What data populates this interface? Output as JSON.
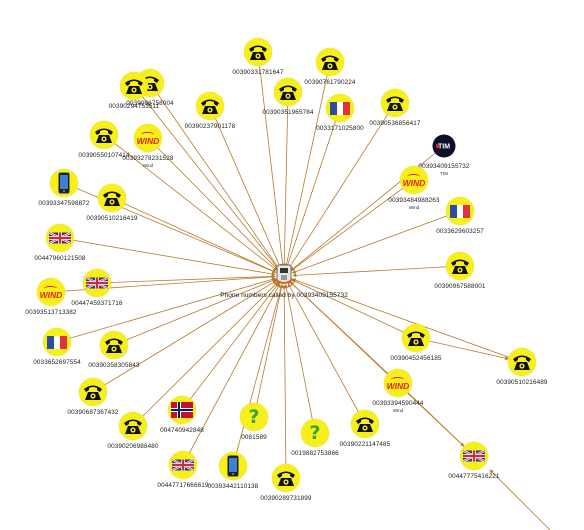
{
  "graph": {
    "center": {
      "label": "Phone numbers called by 00393409155732"
    },
    "nodes": [
      {
        "id": "n1",
        "label": "0039096758004",
        "icon": "telephone-icon",
        "sub": ""
      },
      {
        "id": "n2",
        "label": "00390331781647",
        "icon": "telephone-icon",
        "sub": ""
      },
      {
        "id": "n3",
        "label": "00390761790224",
        "icon": "telephone-icon",
        "sub": ""
      },
      {
        "id": "n4",
        "label": "00390294753511",
        "icon": "telephone-icon",
        "sub": ""
      },
      {
        "id": "n5",
        "label": "00390237901178",
        "icon": "telephone-icon",
        "sub": ""
      },
      {
        "id": "n6",
        "label": "00390351965784",
        "icon": "telephone-icon",
        "sub": ""
      },
      {
        "id": "n7",
        "label": "0033171025800",
        "icon": "flag-france-icon",
        "sub": ""
      },
      {
        "id": "n8",
        "label": "00390536856417",
        "icon": "telephone-icon",
        "sub": ""
      },
      {
        "id": "n9",
        "label": "00390550107414",
        "icon": "telephone-icon",
        "sub": ""
      },
      {
        "id": "n10",
        "label": "00393278231528",
        "icon": "wind-logo-icon",
        "sub": "Wind"
      },
      {
        "id": "n11",
        "label": "00393409155732",
        "icon": "tim-logo-icon",
        "sub": "TIM"
      },
      {
        "id": "n12",
        "label": "00393347598872",
        "icon": "mobile-phone-icon",
        "sub": ""
      },
      {
        "id": "n13",
        "label": "00390510216419",
        "icon": "telephone-icon",
        "sub": ""
      },
      {
        "id": "n14",
        "label": "00393484988263",
        "icon": "wind-logo-icon",
        "sub": "Wind"
      },
      {
        "id": "n15",
        "label": "0033629603257",
        "icon": "flag-france-icon",
        "sub": ""
      },
      {
        "id": "n16",
        "label": "00447960121508",
        "icon": "flag-uk-icon",
        "sub": ""
      },
      {
        "id": "n17",
        "label": "00390967588001",
        "icon": "telephone-icon",
        "sub": ""
      },
      {
        "id": "n18",
        "label": "00447459371716",
        "icon": "flag-uk-icon",
        "sub": ""
      },
      {
        "id": "n19",
        "label": "00393513713382",
        "icon": "wind-logo-icon",
        "sub": ""
      },
      {
        "id": "n20",
        "label": "0033652697554",
        "icon": "flag-france-icon",
        "sub": ""
      },
      {
        "id": "n21",
        "label": "00390358305843",
        "icon": "telephone-icon",
        "sub": ""
      },
      {
        "id": "n22",
        "label": "00390452456185",
        "icon": "telephone-icon",
        "sub": ""
      },
      {
        "id": "n23",
        "label": "00390510216489",
        "icon": "telephone-icon",
        "sub": ""
      },
      {
        "id": "n24",
        "label": "00390687367432",
        "icon": "telephone-icon",
        "sub": ""
      },
      {
        "id": "n25",
        "label": "00393394590444",
        "icon": "wind-logo-icon",
        "sub": "Wind"
      },
      {
        "id": "n26",
        "label": "004740942848",
        "icon": "flag-norway-icon",
        "sub": ""
      },
      {
        "id": "n27",
        "label": "0081589",
        "icon": "question-mark-icon",
        "sub": ""
      },
      {
        "id": "n28",
        "label": "0019882753866",
        "icon": "question-mark-icon",
        "sub": ""
      },
      {
        "id": "n29",
        "label": "00390221147485",
        "icon": "telephone-icon",
        "sub": ""
      },
      {
        "id": "n30",
        "label": "00390206988480",
        "icon": "telephone-icon",
        "sub": ""
      },
      {
        "id": "n31",
        "label": "00447717666619",
        "icon": "flag-uk-icon",
        "sub": ""
      },
      {
        "id": "n32",
        "label": "00393442110138",
        "icon": "mobile-phone-icon",
        "sub": ""
      },
      {
        "id": "n33",
        "label": "00390289731899",
        "icon": "telephone-icon",
        "sub": ""
      },
      {
        "id": "n34",
        "label": "00447775416221",
        "icon": "flag-uk-icon",
        "sub": ""
      }
    ],
    "colors": {
      "node_fill": "#f6ef1a",
      "edge": "#b87a2a",
      "france_blue": "#2b4ea3",
      "france_red": "#e1313b",
      "uk_blue": "#2a3f8f",
      "uk_red": "#cf2a36",
      "norway_red": "#c8102e",
      "wind_red": "#e2231a",
      "tim_blue": "#1f3a93",
      "question_green": "#3aa13a"
    }
  }
}
